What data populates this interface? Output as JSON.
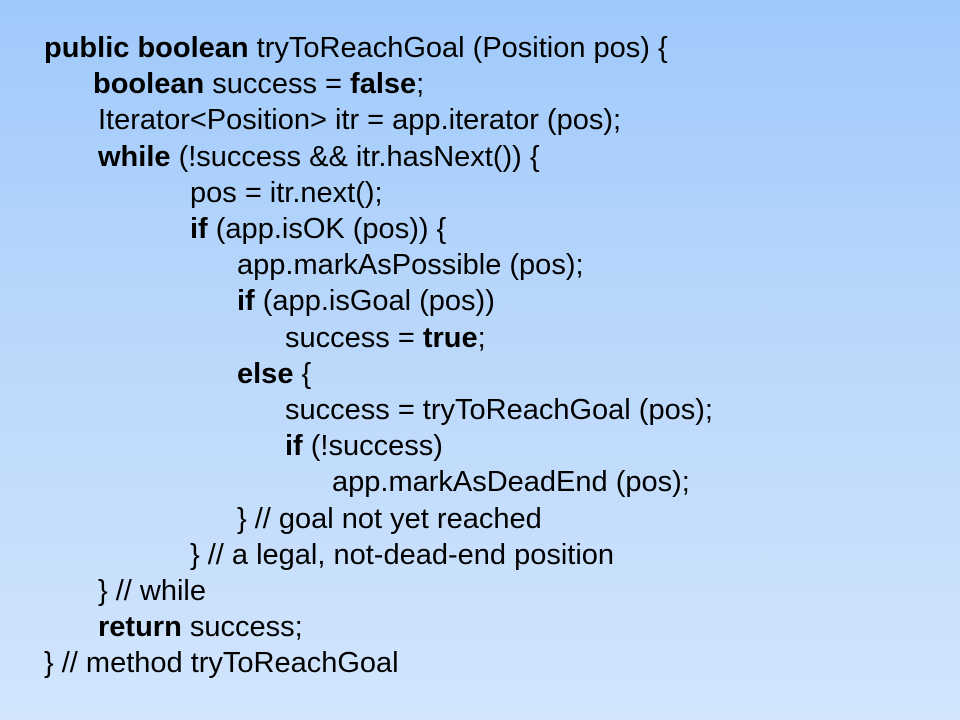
{
  "code_lines": [
    [
      {
        "t": "public boolean",
        "kw": true
      },
      {
        "t": " tryToReachGoal (Position pos) {",
        "kw": false
      }
    ],
    [
      {
        "t": "boolean",
        "kw": true
      },
      {
        "t": " success = ",
        "kw": false
      },
      {
        "t": "false",
        "kw": true
      },
      {
        "t": ";",
        "kw": false
      }
    ],
    [
      {
        "t": "Iterator<Position> itr = app.iterator (pos);",
        "kw": false
      }
    ],
    [
      {
        "t": "while",
        "kw": true
      },
      {
        "t": " (!success && itr.hasNext()) {",
        "kw": false
      }
    ],
    [
      {
        "t": "pos = itr.next();",
        "kw": false
      }
    ],
    [
      {
        "t": "if",
        "kw": true
      },
      {
        "t": " (app.isOK (pos)) {",
        "kw": false
      }
    ],
    [
      {
        "t": "app.markAsPossible (pos);",
        "kw": false
      }
    ],
    [
      {
        "t": "if",
        "kw": true
      },
      {
        "t": " (app.isGoal (pos))",
        "kw": false
      }
    ],
    [
      {
        "t": "success = ",
        "kw": false
      },
      {
        "t": "true",
        "kw": true
      },
      {
        "t": ";",
        "kw": false
      }
    ],
    [
      {
        "t": "else",
        "kw": true
      },
      {
        "t": " {",
        "kw": false
      }
    ],
    [
      {
        "t": "success = tryToReachGoal (pos);",
        "kw": false
      }
    ],
    [
      {
        "t": "if",
        "kw": true
      },
      {
        "t": " (!success)",
        "kw": false
      }
    ],
    [
      {
        "t": "app.markAsDeadEnd (pos);",
        "kw": false
      }
    ],
    [
      {
        "t": "} // goal not yet reached",
        "kw": false
      }
    ],
    [
      {
        "t": "} // a legal, not-dead-end position",
        "kw": false
      }
    ],
    [
      {
        "t": "} // while",
        "kw": false
      }
    ],
    [
      {
        "t": "return",
        "kw": true
      },
      {
        "t": " success;",
        "kw": false
      }
    ],
    [
      {
        "t": "} // method tryToReachGoal",
        "kw": false
      }
    ]
  ]
}
